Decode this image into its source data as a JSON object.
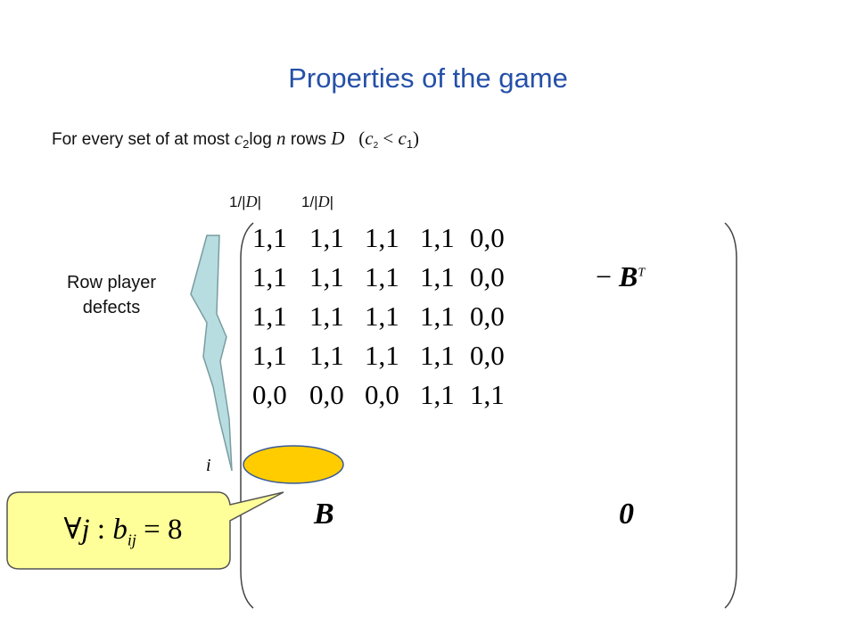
{
  "title": "Properties of the game",
  "subtitle": {
    "prefix": "For every set of at most ",
    "c2": "c",
    "c2_sub": "2",
    "log": "log ",
    "n": "n",
    "rows_word": " rows ",
    "D": "D",
    "cond_open": "(",
    "cond_c2": "c",
    "cond_c2_sub": "2",
    "cond_lt": " < ",
    "cond_c1": "c",
    "cond_c1_sub": "1",
    "cond_close": ")"
  },
  "column_headers": [
    "1/|",
    "D",
    "|"
  ],
  "row_label": {
    "line1": "Row player",
    "line2": "defects"
  },
  "matrix": {
    "rows": [
      [
        "1,1",
        "1,1",
        "1,1",
        "1,1",
        "0,0"
      ],
      [
        "1,1",
        "1,1",
        "1,1",
        "1,1",
        "0,0"
      ],
      [
        "1,1",
        "1,1",
        "1,1",
        "1,1",
        "0,0"
      ],
      [
        "1,1",
        "1,1",
        "1,1",
        "1,1",
        "0,0"
      ],
      [
        "0,0",
        "0,0",
        "0,0",
        "1,1",
        "1,1"
      ]
    ],
    "neg_bt_minus": "−",
    "neg_bt_B": "B",
    "neg_bt_T": "T",
    "B_label": "B",
    "zero_label": "0",
    "i_label": "i"
  },
  "callout": {
    "forall": "∀",
    "j": "j",
    "colon": " : ",
    "b": "b",
    "b_sub": "ij",
    "eq": " = 8"
  },
  "colors": {
    "title": "#2550a8",
    "lightning_fill": "#b7dde0",
    "ellipse_fill": "#ffcc00",
    "callout_fill": "#ffff99"
  }
}
